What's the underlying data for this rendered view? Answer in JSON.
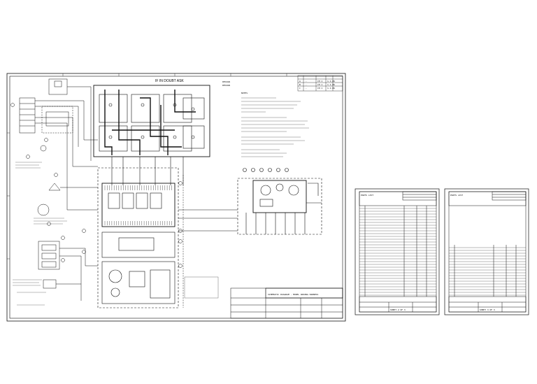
{
  "main_sheet": {
    "title": "IF IN DOUBT ASK",
    "bus_tags": [
      "DESIGN",
      "DESIGN"
    ],
    "revision_table": {
      "rows": [
        [
          "A",
          "..",
          "CH 1",
          "1.1.06"
        ],
        [
          "B",
          "..",
          "CH 1",
          "1.1.06"
        ],
        [
          "C",
          "..",
          "CH 1",
          "1.1.06"
        ]
      ]
    },
    "notes_header": "NOTES",
    "notes_line": "..................................................",
    "title_block_text": "SCHEMATIC DIAGRAM - MODEL WIRING HARNESS"
  },
  "sheet_2": {
    "title": "PARTS LIST",
    "footer_label": "SHEET 2 OF 3"
  },
  "sheet_3": {
    "title": "PARTS LIST",
    "footer_label": "SHEET 3 OF 3"
  },
  "colors": {
    "ink": "#111111",
    "paper": "#ffffff"
  }
}
